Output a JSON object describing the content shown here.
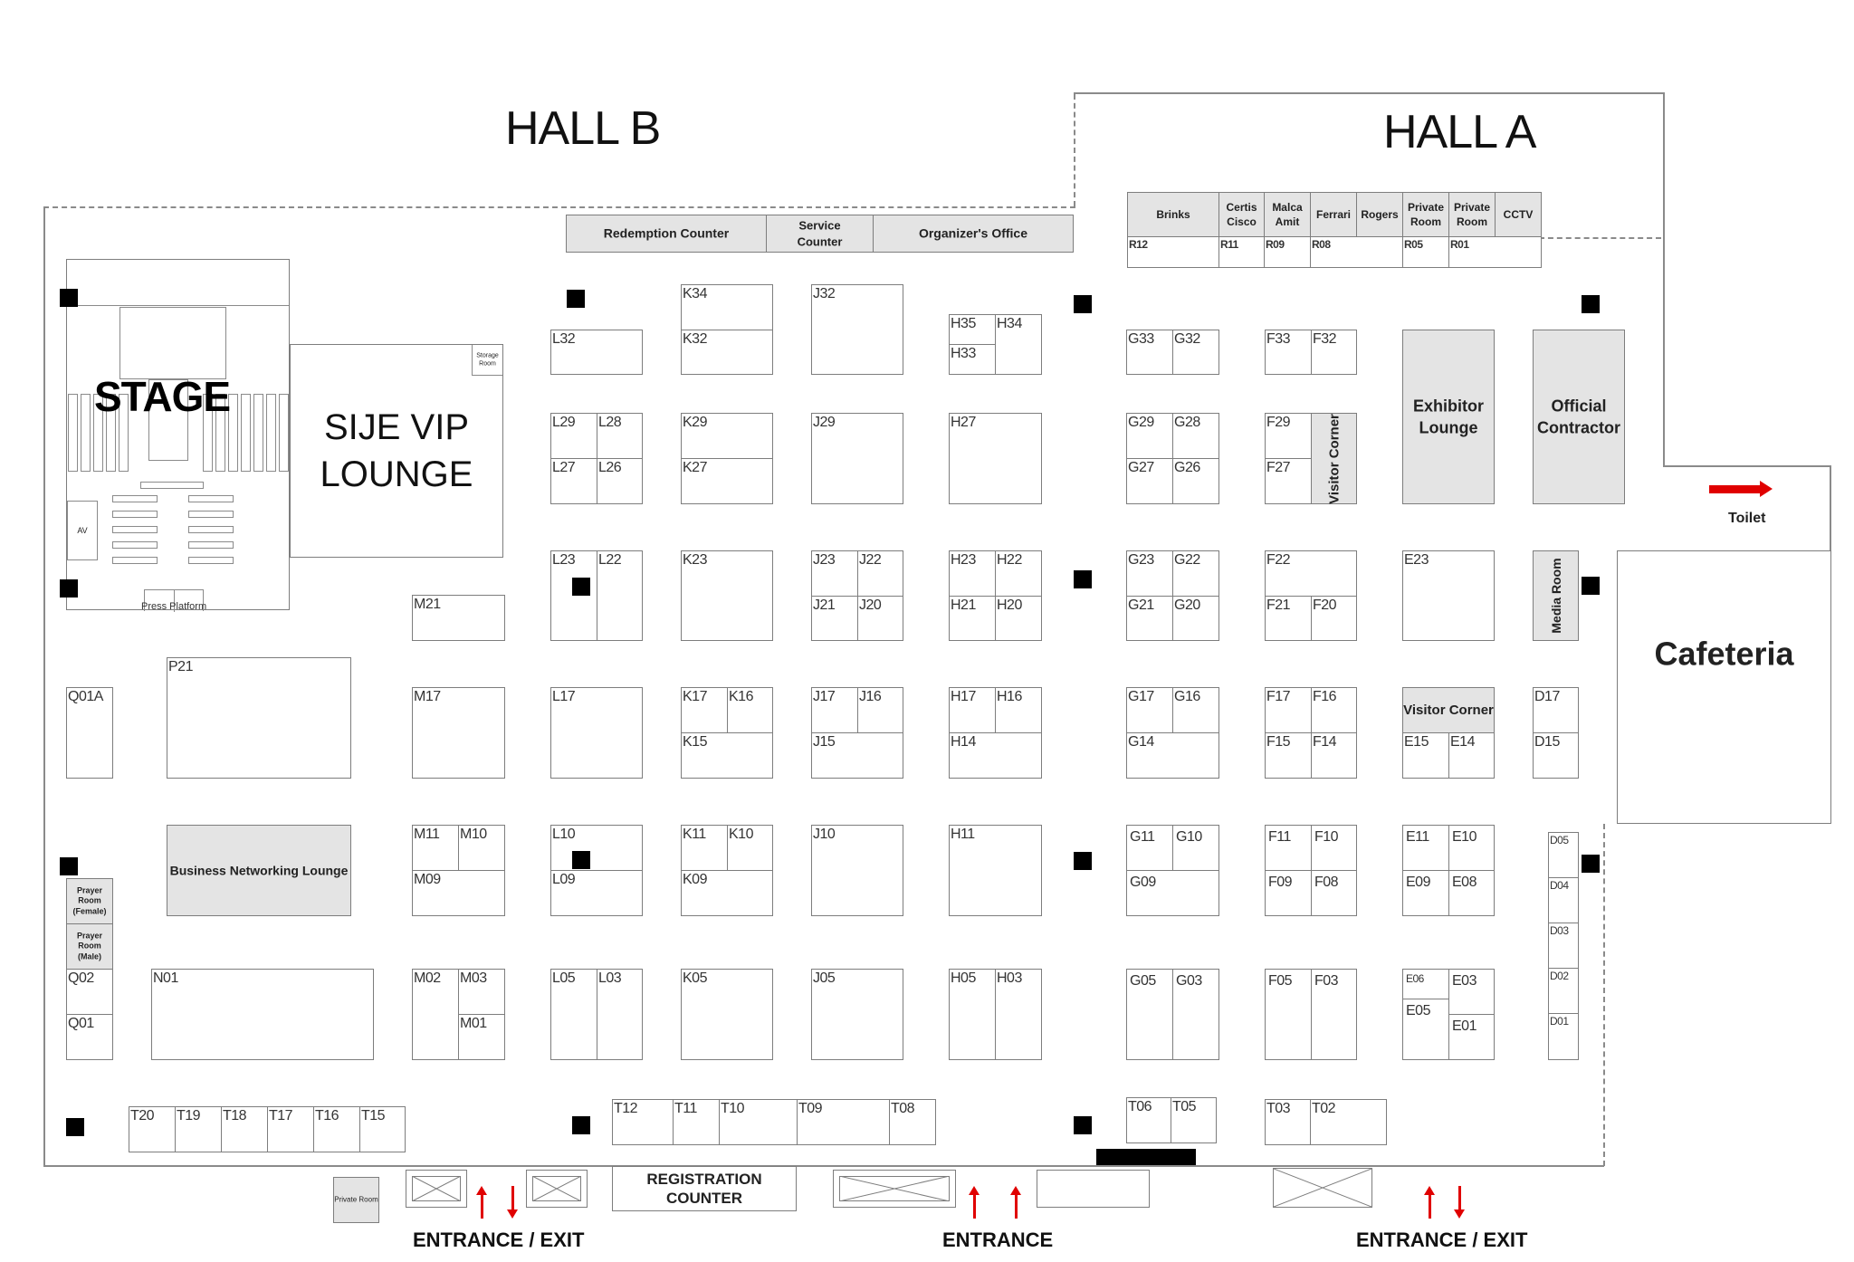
{
  "halls": {
    "hall_b": "HALL B",
    "hall_a": "HALL A"
  },
  "top_counters": {
    "redemption": "Redemption Counter",
    "service": "Service\nCounter",
    "organizer": "Organizer's Office"
  },
  "r_row": {
    "sponsors": [
      "Brinks",
      "Certis\nCisco",
      "Malca\nAmit",
      "Ferrari",
      "Rogers",
      "Private\nRoom",
      "Private\nRoom",
      "CCTV"
    ],
    "codes": [
      "R12",
      "R11",
      "R09",
      "R08",
      "R05",
      "R01"
    ]
  },
  "facilities": {
    "stage": "STAGE",
    "vip_lounge": "SIJE VIP\nLOUNGE",
    "storage_room": "Storage\nRoom",
    "av": "AV",
    "press_platform": "Press Platform",
    "business_lounge": "Business Networking Lounge",
    "prayer_female": "Prayer\nRoom\n(Female)",
    "prayer_male": "Prayer\nRoom\n(Male)",
    "exhibitor_lounge": "Exhibitor\nLounge",
    "official_contractor": "Official\nContractor",
    "visitor_corner_vertical": "Visitor Corner",
    "visitor_corner": "Visitor Corner",
    "media_room": "Media Room",
    "toilet": "Toilet",
    "cafeteria": "Cafeteria",
    "private_room": "Private Room",
    "registration": "REGISTRATION\nCOUNTER"
  },
  "entrances": {
    "left": "ENTRANCE / EXIT",
    "middle": "ENTRANCE",
    "right": "ENTRANCE / EXIT"
  },
  "booths": {
    "L32": "L32",
    "K34": "K34",
    "K32": "K32",
    "J32": "J32",
    "H35": "H35",
    "H34": "H34",
    "H33": "H33",
    "L29": "L29",
    "L28": "L28",
    "L27": "L27",
    "L26": "L26",
    "K29": "K29",
    "K27": "K27",
    "J29": "J29",
    "H27": "H27",
    "L23": "L23",
    "L22": "L22",
    "K23": "K23",
    "J23": "J23",
    "J22": "J22",
    "J21": "J21",
    "J20": "J20",
    "H23": "H23",
    "H22": "H22",
    "H21": "H21",
    "H20": "H20",
    "M21": "M21",
    "Q01A": "Q01A",
    "P21": "P21",
    "M17": "M17",
    "L17": "L17",
    "K17": "K17",
    "K16": "K16",
    "K15": "K15",
    "J17": "J17",
    "J16": "J16",
    "J15": "J15",
    "H17": "H17",
    "H16": "H16",
    "H14": "H14",
    "M11": "M11",
    "M10": "M10",
    "M09": "M09",
    "L10": "L10",
    "L09": "L09",
    "K11": "K11",
    "K10": "K10",
    "K09": "K09",
    "J10": "J10",
    "H11": "H11",
    "Q02": "Q02",
    "Q01": "Q01",
    "N01": "N01",
    "M02": "M02",
    "M03": "M03",
    "M01": "M01",
    "L05": "L05",
    "L03": "L03",
    "K05": "K05",
    "J05": "J05",
    "H05": "H05",
    "H03": "H03",
    "G33": "G33",
    "G32": "G32",
    "F33": "F33",
    "F32": "F32",
    "G29": "G29",
    "G28": "G28",
    "G27": "G27",
    "G26": "G26",
    "F29": "F29",
    "F27": "F27",
    "G23": "G23",
    "G22": "G22",
    "G21": "G21",
    "G20": "G20",
    "F22": "F22",
    "F21": "F21",
    "F20": "F20",
    "E23": "E23",
    "G17": "G17",
    "G16": "G16",
    "G14": "G14",
    "F17": "F17",
    "F16": "F16",
    "F15": "F15",
    "F14": "F14",
    "E15": "E15",
    "E14": "E14",
    "D17": "D17",
    "D15": "D15",
    "G11": "G11",
    "G10": "G10",
    "G09": "G09",
    "F11": "F11",
    "F10": "F10",
    "F09": "F09",
    "F08": "F08",
    "E11": "E11",
    "E10": "E10",
    "E09": "E09",
    "E08": "E08",
    "G05": "G05",
    "G03": "G03",
    "F05": "F05",
    "F03": "F03",
    "E06": "E06",
    "E05": "E05",
    "E03": "E03",
    "E01": "E01",
    "D05": "D05",
    "D04": "D04",
    "D03": "D03",
    "D02": "D02",
    "D01": "D01",
    "T20": "T20",
    "T19": "T19",
    "T18": "T18",
    "T17": "T17",
    "T16": "T16",
    "T15": "T15",
    "T12": "T12",
    "T11": "T11",
    "T10": "T10",
    "T09": "T09",
    "T08": "T08",
    "T06": "T06",
    "T05": "T05",
    "T03": "T03",
    "T02": "T02"
  },
  "colors": {
    "wall": "#8a8a8a",
    "facility_fill": "#e4e4e4",
    "pillar": "#000000",
    "accent_red": "#e00000"
  }
}
